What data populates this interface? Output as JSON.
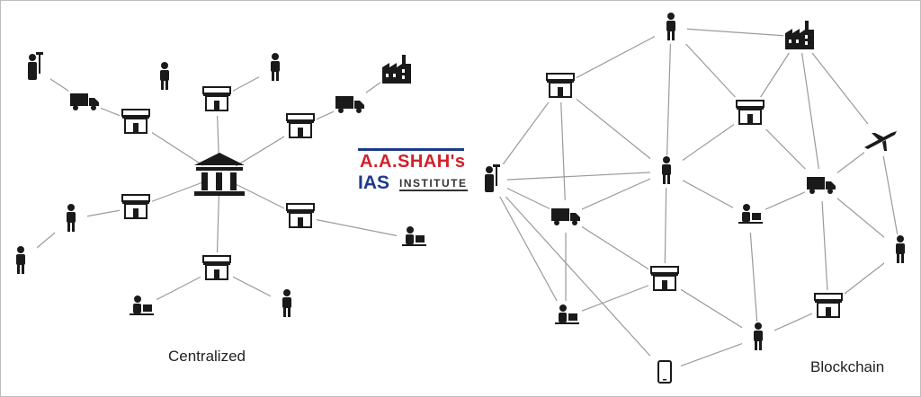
{
  "diagram": {
    "left_label": "Centralized",
    "right_label": "Blockchain"
  },
  "logo": {
    "line1": "A.A.SHAH's",
    "line2a": "IAS",
    "line2b": "INSTITUTE"
  },
  "colors": {
    "line": "#9a9a9a",
    "icon": "#1a1a1a",
    "logo_red": "#d3202a",
    "logo_blue": "#1e3a8a"
  }
}
